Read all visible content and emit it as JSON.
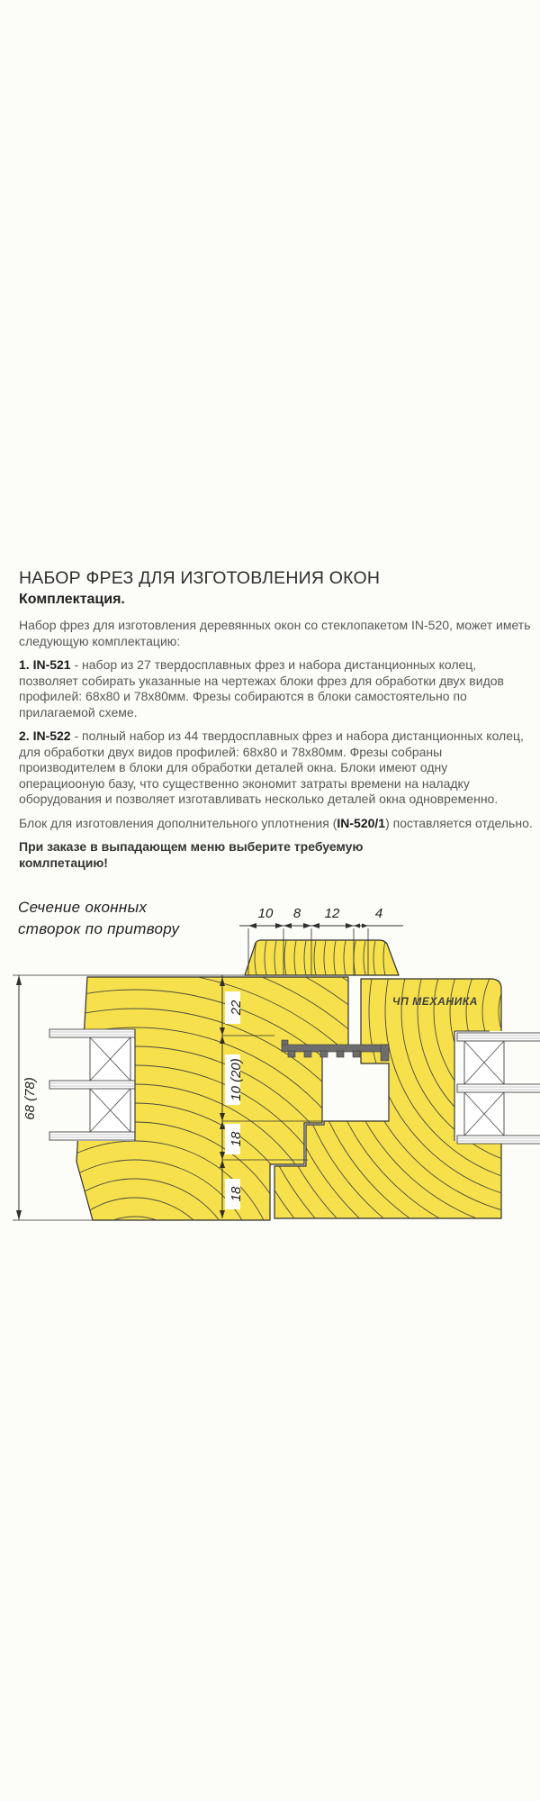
{
  "article": {
    "title": "НАБОР ФРЕЗ ДЛЯ ИЗГОТОВЛЕНИЯ ОКОН",
    "subtitle": "Комплектация.",
    "intro": "Набор фрез для изготовления деревянных окон со стеклопакетом IN-520, может иметь следующую комплектацию:",
    "items": [
      {
        "code": "1. IN-521",
        "text": " - набор из 27 твердосплавных фрез и набора дистанционных колец, позволяет собирать указанные на чертежах блоки фрез для обработки двух видов профилей: 68х80 и 78х80мм. Фрезы собираются в блоки самостоятельно по прилагаемой схеме."
      },
      {
        "code": "2. IN-522",
        "text": " - полный набор из 44 твердосплавных фрез и набора дистанционных колец, для обработки двух видов профилей: 68х80 и 78х80мм. Фрезы собраны производителем в блоки для обработки деталей окна. Блоки имеют одну операциооную базу, что существенно экономит затраты времени на наладку оборудования и позволяет изготавливать несколько деталей окна одновременно."
      }
    ],
    "note_prefix": "Блок для изготовления дополнительного уплотнения (",
    "note_code": "IN-520/1",
    "note_suffix": ") поставляется отдельно.",
    "order_note": "При заказе в выпадающем меню выберите требуемую комлпетацию!"
  },
  "drawing": {
    "caption_line1": "Сечение оконных",
    "caption_line2": "створок по притвору",
    "brand": "ЧП МЕХАНИКА",
    "dims_top": [
      "10",
      "8",
      "12",
      "4"
    ],
    "dims_side": [
      "22",
      "10 (20)",
      "18",
      "18"
    ],
    "dim_height": "68 (78)",
    "wood_color": "#f6e14d",
    "seal_color": "#6d6d6d"
  }
}
